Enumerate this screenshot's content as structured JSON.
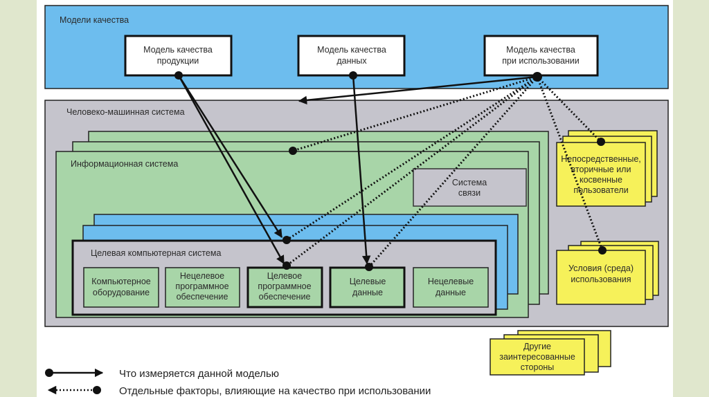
{
  "colors": {
    "side_strip": "#e0e7cd",
    "quality_models_bg": "#6dbdee",
    "system_bg": "#c5c4cc",
    "info_system_bg": "#a8d5a8",
    "computer_stack_bg": "#6dbdee",
    "stakeholder_bg": "#f6f15a",
    "line": "#111111"
  },
  "quality_models": {
    "title": "Модели качества",
    "boxes": [
      {
        "id": "product",
        "lines": [
          "Модель качества",
          "продукции"
        ]
      },
      {
        "id": "data",
        "lines": [
          "Модель качества",
          "данных"
        ]
      },
      {
        "id": "in_use",
        "lines": [
          "Модель качества",
          "при использовании"
        ]
      }
    ]
  },
  "human_machine_system": {
    "title": "Человеко-машинная система"
  },
  "information_system": {
    "title": "Информационная система",
    "communication_system": [
      "Система",
      "связи"
    ]
  },
  "target_computer_system": {
    "title": "Целевая компьютерная система",
    "components": [
      {
        "id": "hardware",
        "lines": [
          "Компьютерное",
          "оборудование"
        ],
        "emphasis": false
      },
      {
        "id": "non_target_sw",
        "lines": [
          "Нецелевое",
          "программное",
          "обеспечение"
        ],
        "emphasis": false
      },
      {
        "id": "target_sw",
        "lines": [
          "Целевое",
          "программное",
          "обеспечение"
        ],
        "emphasis": true
      },
      {
        "id": "target_data",
        "lines": [
          "Целевые",
          "данные"
        ],
        "emphasis": true
      },
      {
        "id": "non_target_data",
        "lines": [
          "Нецелевые",
          "данные"
        ],
        "emphasis": false
      }
    ]
  },
  "stakeholders": [
    {
      "id": "users",
      "lines": [
        "Непосредственные,",
        "вторичные или",
        "косвенные",
        "пользователи"
      ]
    },
    {
      "id": "context",
      "lines": [
        "Условия (среда)",
        "использования"
      ]
    },
    {
      "id": "other",
      "lines": [
        "Другие",
        "заинтересованные",
        "стороны"
      ]
    }
  ],
  "legend": [
    {
      "style": "solid",
      "label": "Что измеряется данной моделью"
    },
    {
      "style": "dotted",
      "label": "Отдельные факторы, влияющие на качество при использовании"
    }
  ]
}
